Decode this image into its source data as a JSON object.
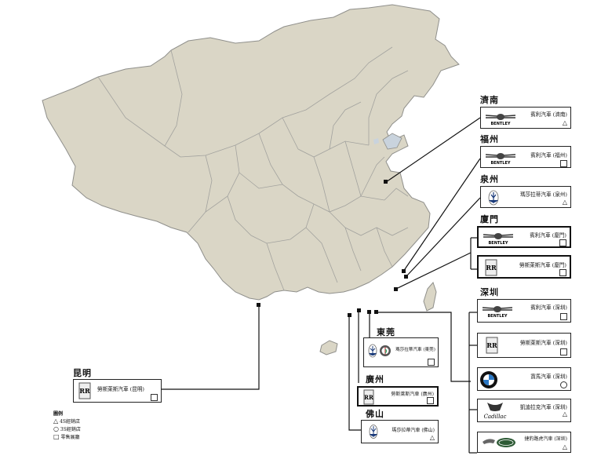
{
  "cities": {
    "jinan": "濟南",
    "fuzhou": "福州",
    "quanzhou": "泉州",
    "xiamen": "廈門",
    "shenzhen": "深圳",
    "dongguan": "東莞",
    "guangzhou": "廣州",
    "foshan": "佛山",
    "kunming": "昆明"
  },
  "dealers": {
    "jinan_bentley": "賓利汽車 (濟南)",
    "fuzhou_bentley": "賓利汽車 (福州)",
    "quanzhou_maserati": "瑪莎拉蒂汽車 (泉州)",
    "xiamen_bentley": "賓利汽車 (廈門)",
    "xiamen_rr": "勞斯萊斯汽車 (廈門)",
    "shenzhen_bentley": "賓利汽車 (深圳)",
    "shenzhen_rr": "勞斯萊斯汽車 (深圳)",
    "shenzhen_bmw": "寶馬汽車 (深圳)",
    "shenzhen_cadillac": "凱迪拉克汽車 (深圳)",
    "shenzhen_jlr": "捷豹路虎汽車 (深圳)",
    "dongguan_maserati": "瑪莎拉蒂汽車 (東莞)",
    "guangzhou_rr": "勞斯萊斯汽車 (廣州)",
    "foshan_maserati": "瑪莎拉蒂汽車 (佛山)",
    "kunming_rr": "勞斯萊斯汽車 (昆明)"
  },
  "logo_text": {
    "bentley": "BENTLEY",
    "cadillac": "Cadillac"
  },
  "legend": {
    "title": "圖例",
    "items": [
      "4S經銷店",
      "3S經銷店",
      "零售展廳"
    ]
  },
  "colors": {
    "map_fill": "#dad6c6",
    "map_border": "#9a9a96",
    "water": "#c9d3dd"
  },
  "icons": {
    "triangle": "△",
    "circle": "○",
    "square": "□"
  }
}
